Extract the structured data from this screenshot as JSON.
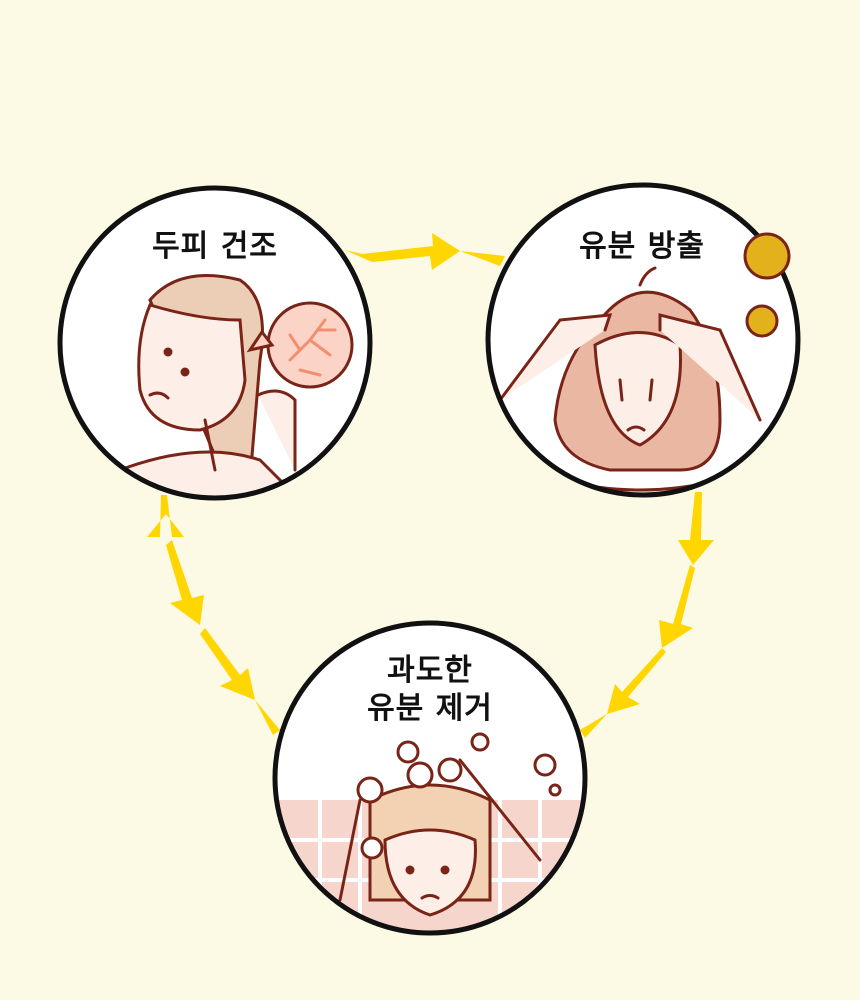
{
  "title": "두피 악순환",
  "colors": {
    "arrow": "#ffd600",
    "background": "#fcf9e5",
    "outline": "#111111",
    "skin": "#fdeee8",
    "hair": "#eccdb5",
    "line": "#8a2a1e"
  },
  "steps": [
    {
      "label": "두피 건조",
      "icon": "dry-scalp-icon"
    },
    {
      "label": "유분 방출",
      "icon": "oil-release-icon"
    },
    {
      "label_line1": "과도한",
      "label_line2": "유분 제거",
      "icon": "over-washing-icon"
    }
  ]
}
